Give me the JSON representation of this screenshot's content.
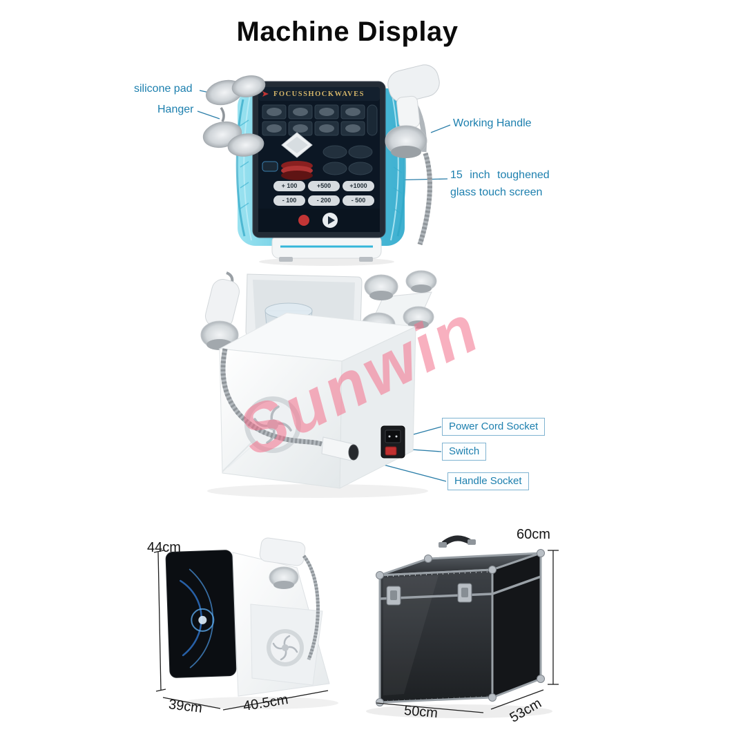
{
  "page": {
    "title": "Machine Display"
  },
  "colors": {
    "label_blue": "#1c7fae",
    "callout_line": "#2a7da8",
    "watermark_pink": "#f4718c",
    "machine_teal": "#58c4de",
    "screen_gold": "#d4b569",
    "dimension_text": "#151515"
  },
  "front_view": {
    "screen_title": "FOCUSSHOCKWAVES",
    "labels": {
      "silicone_pad": "silicone pad",
      "hanger": "Hanger",
      "working_handle": "Working Handle",
      "touch_screen_line1": "15 inch toughened",
      "touch_screen_line2": "glass touch screen"
    },
    "screen_buttons": {
      "plus": [
        "+ 100",
        "+500",
        "+1000"
      ],
      "minus": [
        "- 100",
        "- 200",
        "- 500"
      ]
    }
  },
  "rear_view": {
    "watermark": "Sunwin",
    "labels": {
      "power_cord_socket": "Power Cord Socket",
      "switch": "Switch",
      "handle_socket": "Handle Socket"
    }
  },
  "dimensions": {
    "machine": {
      "height": "44cm",
      "depth": "39cm",
      "width": "40.5cm"
    },
    "case": {
      "height": "60cm",
      "width": "50cm",
      "depth": "53cm"
    }
  }
}
